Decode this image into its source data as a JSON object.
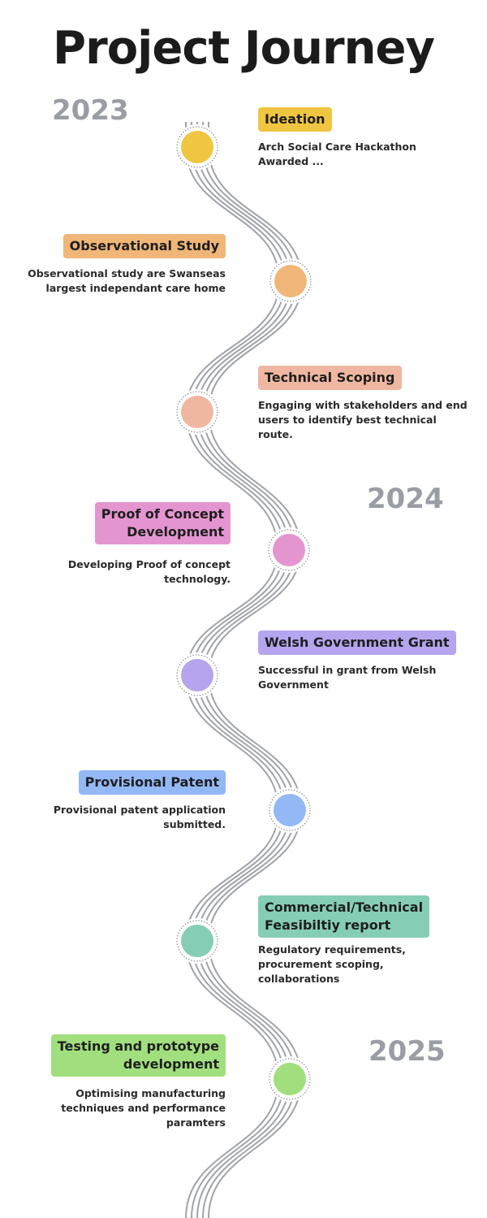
{
  "title": "Project Journey",
  "years": [
    "2023",
    "2024",
    "2025"
  ],
  "colors": {
    "year": "#9a9da3",
    "path": "#a0a3a8"
  },
  "milestones": [
    {
      "title": "Ideation",
      "description": "Arch Social Care Hackathon Awarded ...",
      "color": "#f0c542"
    },
    {
      "title": "Observational Study",
      "description": "Observational study are Swanseas largest independant care home",
      "color": "#efb677"
    },
    {
      "title": "Technical Scoping",
      "description": "Engaging with stakeholders and end users to identify best technical route.",
      "color": "#efb7a1"
    },
    {
      "title": "Proof of Concept\nDevelopment",
      "description": "Developing Proof of concept technology.",
      "color": "#e495d0"
    },
    {
      "title": "Welsh Government Grant",
      "description": "Successful in grant from Welsh Government",
      "color": "#b6a4ee"
    },
    {
      "title": "Provisional Patent",
      "description": "Provisional patent application submitted.",
      "color": "#93b8f6"
    },
    {
      "title": "Commercial/Technical\nFeasibiltiy report",
      "description": "Regulatory requirements, procurement scoping, collaborations",
      "color": "#85ceb5"
    },
    {
      "title": "Testing and prototype\ndevelopment",
      "description": "Optimising manufacturing techniques and performance paramters",
      "color": "#a1df7e"
    }
  ]
}
